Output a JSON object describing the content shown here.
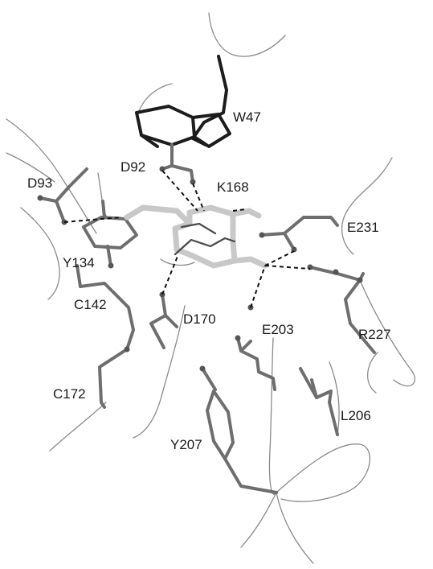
{
  "figure": {
    "residue_labels": {
      "w47": "W47",
      "d92": "D92",
      "d93": "D93",
      "k168": "K168",
      "e231": "E231",
      "y134": "Y134",
      "c142": "C142",
      "d170": "D170",
      "e203": "E203",
      "r227": "R227",
      "c172": "C172",
      "l206": "L206",
      "y207": "Y207"
    },
    "colors": {
      "backbone": "#8a8a8a",
      "sidechain": "#6e6e6e",
      "tryptophan": "#1c1c1c",
      "ligand": "#c8c8c8",
      "hydrogen_bond": "#111111"
    }
  }
}
